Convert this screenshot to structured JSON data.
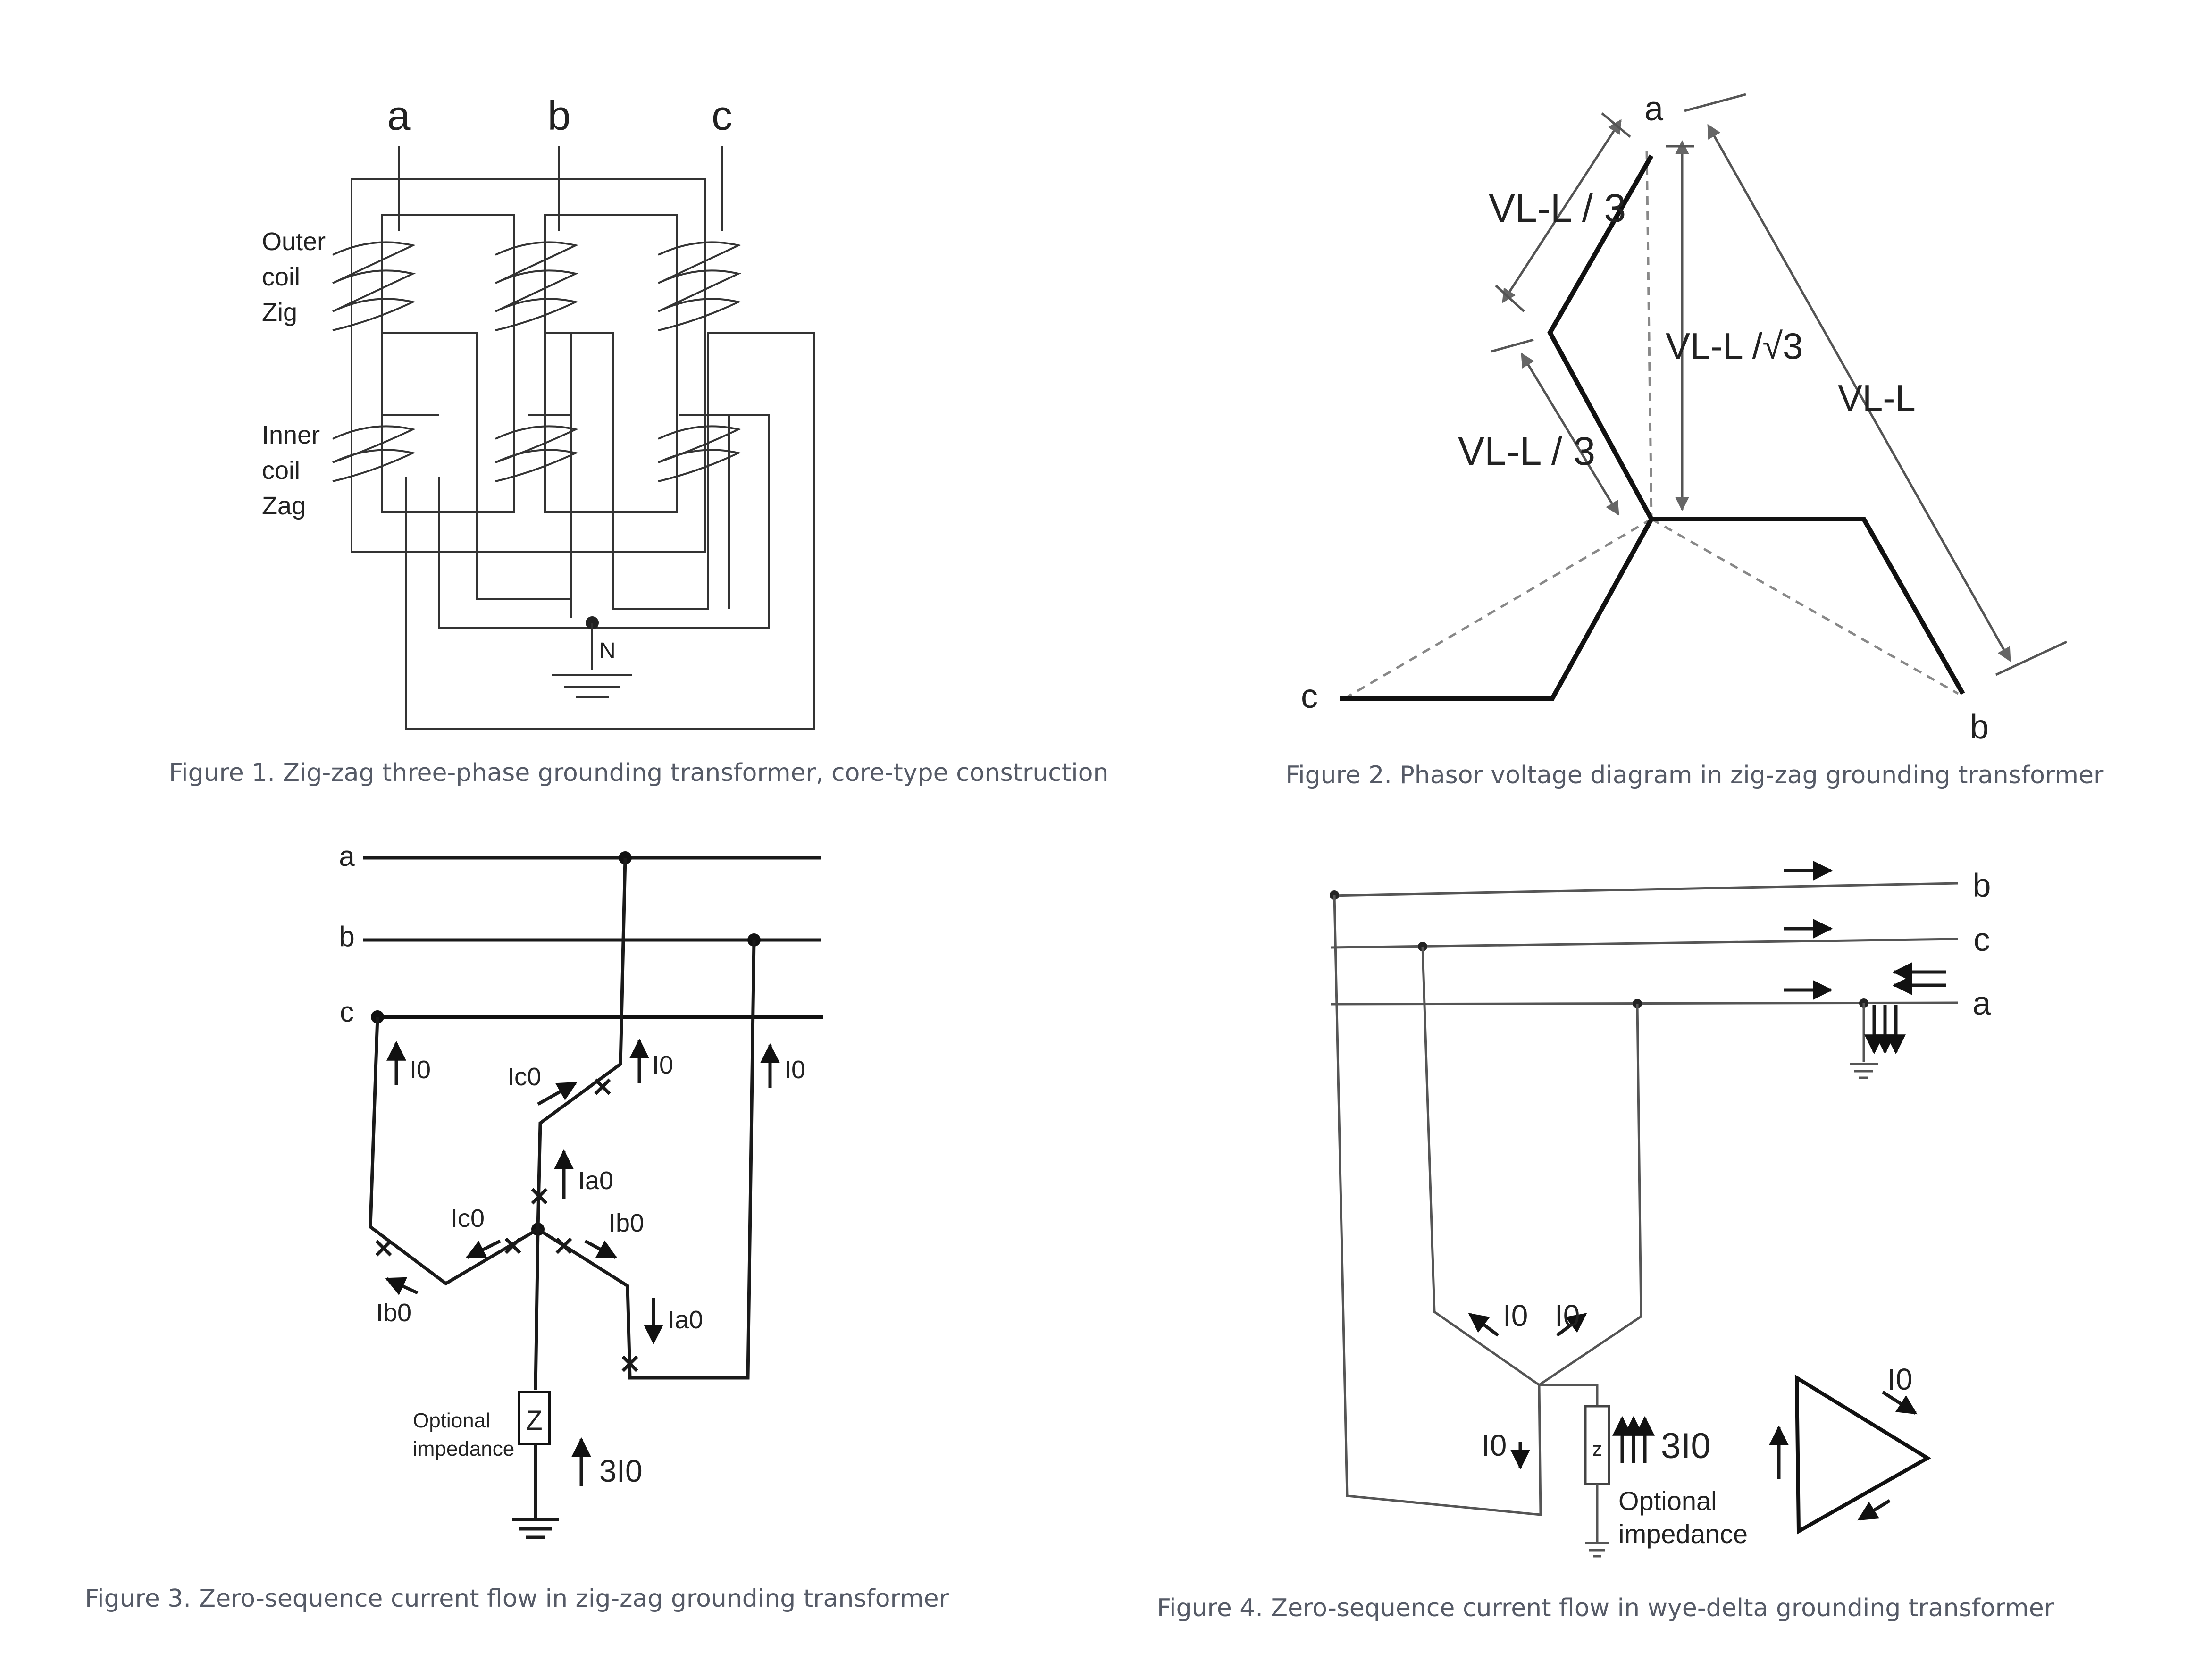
{
  "figure1": {
    "caption": "Figure 1. Zig-zag three-phase grounding transformer, core-type construction",
    "phase_a": "a",
    "phase_b": "b",
    "phase_c": "c",
    "outer_label_1": "Outer",
    "outer_label_2": "coil",
    "outer_label_3": "Zig",
    "inner_label_1": "Inner",
    "inner_label_2": "coil",
    "inner_label_3": "Zag",
    "neutral": "N"
  },
  "figure2": {
    "caption": "Figure 2. Phasor voltage diagram in zig-zag grounding transformer",
    "node_a": "a",
    "node_b": "b",
    "node_c": "c",
    "v_third_top": "VL-L / 3",
    "v_third_bottom": "VL-L / 3",
    "v_sqrt3": "VL-L /√3",
    "v_ll": "VL-L"
  },
  "figure3": {
    "caption": "Figure 3. Zero-sequence current flow in zig-zag grounding transformer",
    "line_a": "a",
    "line_b": "b",
    "line_c": "c",
    "i0_left": "I0",
    "i0_middle": "I0",
    "i0_right": "I0",
    "ic0_top": "Ic0",
    "ia0_top": "Ia0",
    "ic0_mid": "Ic0",
    "ib0_mid": "Ib0",
    "ib0_left": "Ib0",
    "ia0_bottom": "Ia0",
    "impedance_z": "Z",
    "optional_1": "Optional",
    "optional_2": "impedance",
    "three_i0": "3I0"
  },
  "figure4": {
    "caption": "Figure 4.  Zero-sequence current flow in wye-delta grounding transformer",
    "line_b": "b",
    "line_c": "c",
    "line_a": "a",
    "i0_left": "I0",
    "i0_right": "I0",
    "i0_down": "I0",
    "impedance_z": "z",
    "three_i0": "3I0",
    "optional_1": "Optional",
    "optional_2": "impedance",
    "delta_i0": "I0"
  }
}
